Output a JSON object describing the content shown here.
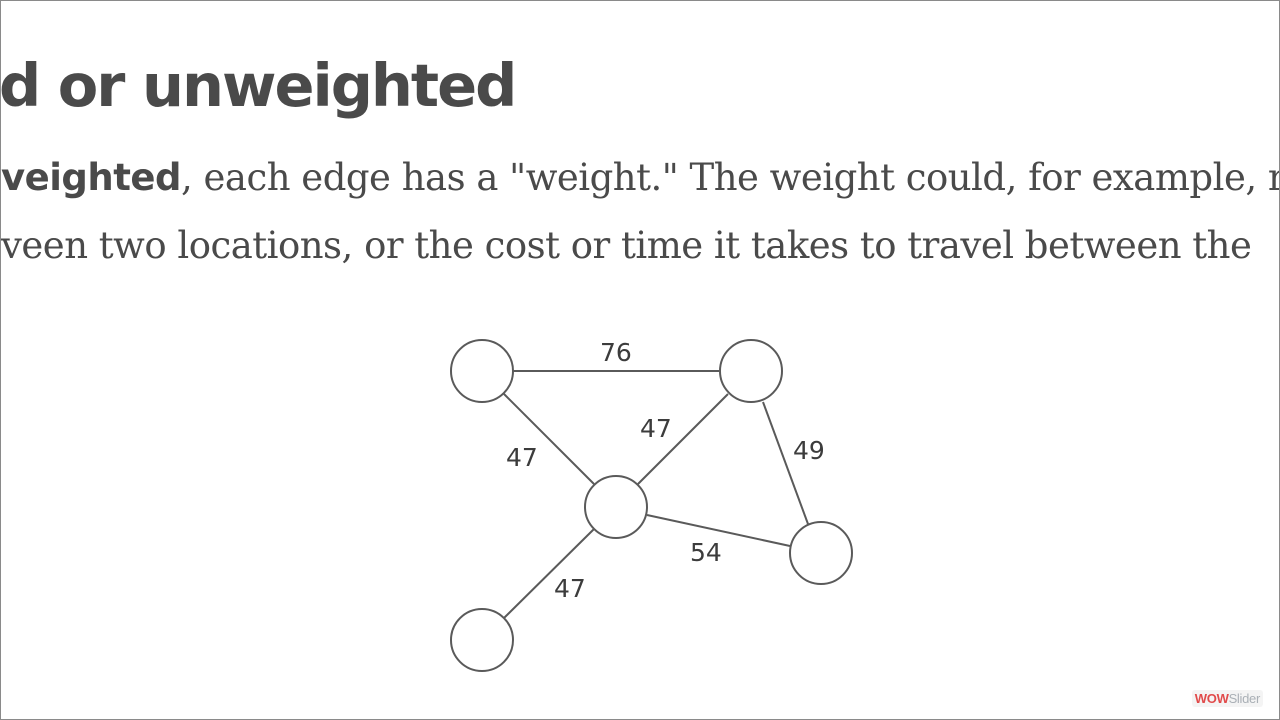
{
  "slide": {
    "title": "d or unweighted",
    "para_line1_bold": "veighted",
    "para_line1_rest": ", each edge has a \"weight.\" The weight could, for example, r",
    "para_line2": "veen two locations, or the cost or time it takes to travel between the"
  },
  "graph": {
    "edge_weights": {
      "top": "76",
      "left_upper": "47",
      "center_upper": "47",
      "right": "49",
      "center_right": "54",
      "lower_left": "47"
    }
  },
  "watermark": {
    "part1": "WOW",
    "part2": "Slider"
  },
  "colors": {
    "text": "#4a4a4a",
    "graph_stroke": "#5a5a5a",
    "watermark_red": "#e14b4b"
  }
}
